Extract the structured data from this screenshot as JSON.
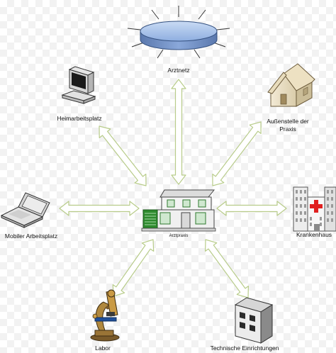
{
  "nodes": {
    "center": {
      "label": "Arztpraxis"
    },
    "arztnetz": {
      "label": "Arztnetz"
    },
    "heimarbeitsplatz": {
      "label": "Heimarbeitsplatz"
    },
    "aussenstelle": {
      "label_line1": "Außenstelle der",
      "label_line2": "Praxis"
    },
    "mobiler_arbeitsplatz": {
      "label": "Mobiler Arbeitsplatz"
    },
    "krankenhaus": {
      "label": "Krankenhaus"
    },
    "labor": {
      "label": "Labor"
    },
    "technische_einrichtungen": {
      "label": "Technische Einrichtungen"
    }
  },
  "colors": {
    "arrow_stroke": "#b8cc8a",
    "arrow_fill": "#ffffff",
    "network_disk_top": "#a9c3e8",
    "network_disk_side": "#6f8fc4",
    "hospital_cross": "#e02020"
  }
}
